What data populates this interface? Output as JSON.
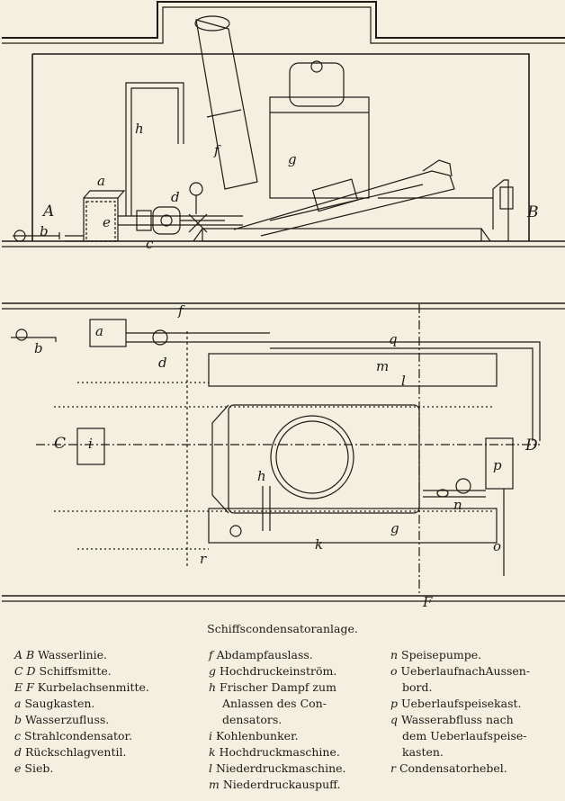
{
  "caption": "Schiffscondensatoranlage.",
  "labels": {
    "h_side": "h",
    "a_side": "a",
    "g_side": "g",
    "f_side": "f",
    "d_side": "d",
    "c_side": "c",
    "e_side": "e",
    "b_side": "b",
    "A": "A",
    "B": "B",
    "f_plan": "f",
    "a_plan": "a",
    "d_plan": "d",
    "b_plan": "b",
    "q_plan": "q",
    "m_plan": "m",
    "l_plan": "l",
    "C": "C",
    "i_plan": "i",
    "D": "D",
    "p_plan": "p",
    "n_plan": "n",
    "h_plan": "h",
    "k_plan": "k",
    "g_plan": "g",
    "o_plan": "o",
    "r_plan": "r",
    "F": "F"
  },
  "legend": {
    "col1": [
      {
        "key": "A B",
        "text": "Wasserlinie."
      },
      {
        "key": "C D",
        "text": "Schiffsmitte."
      },
      {
        "key": "E F",
        "text": "Kurbelachsenmitte."
      },
      {
        "key": "a",
        "text": "Saugkasten."
      },
      {
        "key": "b",
        "text": "Wasserzufluss."
      },
      {
        "key": "c",
        "text": "Strahlcondensator."
      },
      {
        "key": "d",
        "text": "Rückschlagventil."
      },
      {
        "key": "e",
        "text": "Sieb."
      }
    ],
    "col2": [
      {
        "key": "f",
        "text": "Abdampfauslass."
      },
      {
        "key": "g",
        "text": "Hochdruckeinström."
      },
      {
        "key": "h",
        "text": "Frischer Dampf zum",
        "cont": [
          "Anlassen des Con-",
          "densators."
        ]
      },
      {
        "key": "i",
        "text": "Kohlenbunker."
      },
      {
        "key": "k",
        "text": "Hochdruckmaschine."
      },
      {
        "key": "l",
        "text": "Niederdruckmaschine."
      },
      {
        "key": "m",
        "text": "Niederdruckauspuff."
      }
    ],
    "col3": [
      {
        "key": "n",
        "text": "Speisepumpe."
      },
      {
        "key": "o",
        "text": "UeberlaufnachAussen-",
        "cont": [
          "bord."
        ]
      },
      {
        "key": "p",
        "text": "Ueberlaufspeisekast."
      },
      {
        "key": "q",
        "text": "Wasserabfluss nach",
        "cont": [
          "dem Ueberlaufspeise-",
          "kasten."
        ]
      },
      {
        "key": "r",
        "text": "Condensatorhebel."
      }
    ]
  }
}
